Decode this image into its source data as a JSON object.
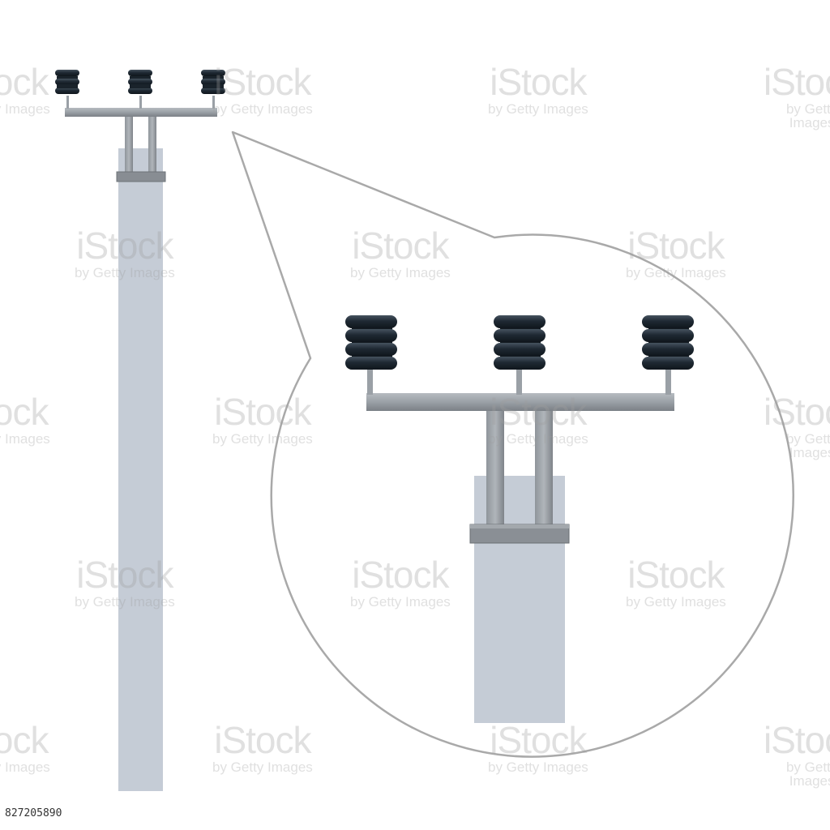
{
  "image": {
    "subject": "Utility power pole with crossarm and three insulators, with a magnified callout of the pole top",
    "colors": {
      "background": "#ffffff",
      "pole": "#c5ccd6",
      "steel_bracket": "#9aa0a6",
      "steel_dark": "#6e7378",
      "insulator": "#1f2933",
      "callout_outline": "#a9a9a9"
    }
  },
  "watermark": {
    "brand": "iStock",
    "credit": "by Getty Images"
  },
  "stock_id": "827205890"
}
